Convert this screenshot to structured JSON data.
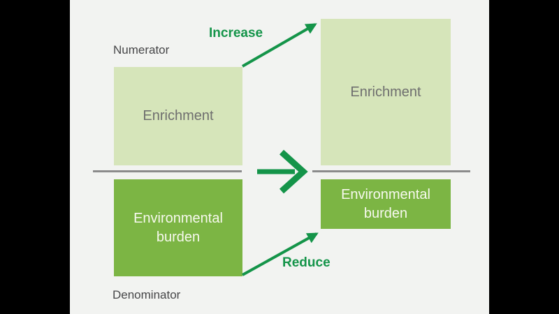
{
  "colors": {
    "bg": "#f2f3f1",
    "frame": "#000000",
    "light-green": "#d6e5ba",
    "dark-green": "#7cb544",
    "arrow-green": "#149449",
    "divider-gray": "#8b8b8b",
    "label-gray": "#464648",
    "enrichment-text": "#6e6e6e",
    "box-white-text": "#f7f9ee"
  },
  "diagram": {
    "numerator_label": "Numerator",
    "denominator_label": "Denominator",
    "increase_label": "Increase",
    "reduce_label": "Reduce",
    "before": {
      "numerator_box_label": "Enrichment",
      "denominator_box_lines": [
        "Environmental",
        "burden"
      ]
    },
    "after": {
      "numerator_box_label": "Enrichment",
      "denominator_box_lines": [
        "Environmental",
        "burden"
      ]
    }
  }
}
